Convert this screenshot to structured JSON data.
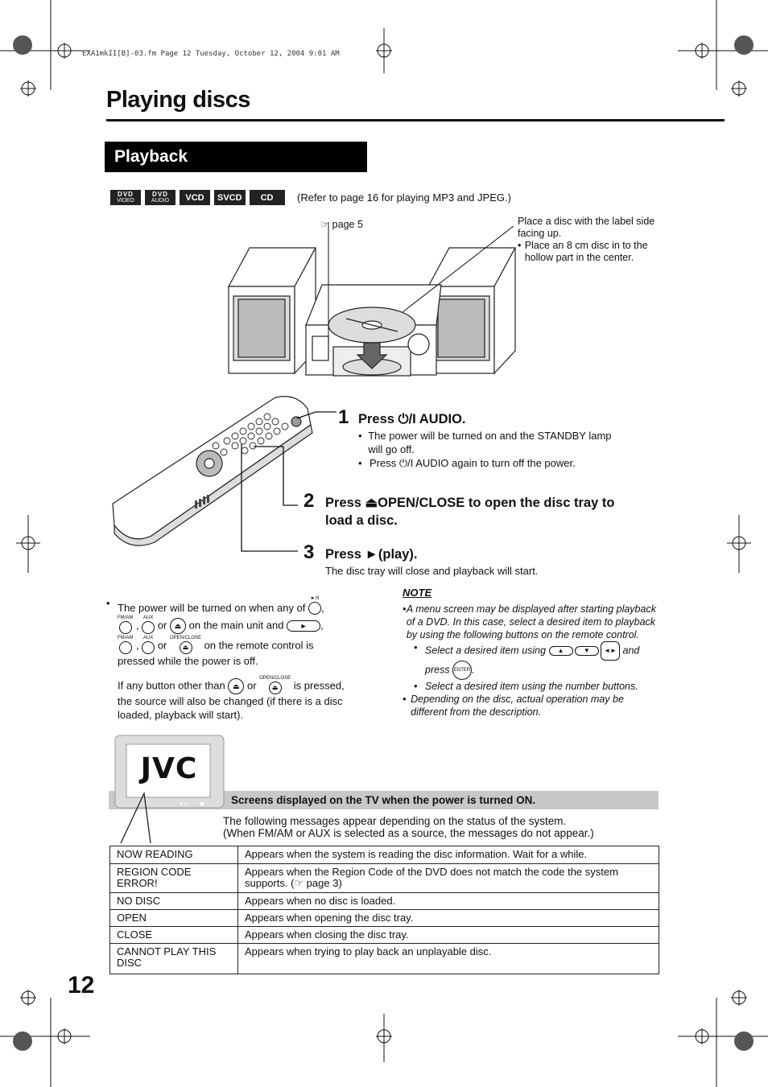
{
  "file_header": "EXA1mkII[B]-03.fm  Page 12  Tuesday, October 12, 2004  9:01 AM",
  "page_title": "Playing discs",
  "section_title": "Playback",
  "badges": [
    {
      "line1": "DVD",
      "line2": "VIDEO"
    },
    {
      "line1": "DVD",
      "line2": "AUDIO"
    },
    {
      "line1": "VCD"
    },
    {
      "line1": "SVCD"
    },
    {
      "line1": "CD"
    }
  ],
  "badges_note": "(Refer to page 16 for playing MP3 and JPEG.)",
  "callout_page_ref": "☞ page 5",
  "callout_disc_1": "Place a disc with the label side facing up.",
  "callout_disc_2": "Place an 8 cm disc in to the hollow part in the center.",
  "steps": [
    {
      "num": "1",
      "title": "Press ⏻/I AUDIO.",
      "bullets": [
        "The power will be turned on and the STANDBY lamp will go off.",
        "Press ⏻/I AUDIO again to turn off the power."
      ]
    },
    {
      "num": "2",
      "title": "Press ⏏OPEN/CLOSE to open the disc tray to load a disc."
    },
    {
      "num": "3",
      "title": "Press ►(play).",
      "body": "The disc tray will close and playback will start."
    }
  ],
  "left_notes": {
    "b1_a": "The power will be turned on when any of",
    "b1_b": "or",
    "b1_c": "on the main unit and",
    "b1_d": "or",
    "b1_e": "on the remote control is pressed while the power is off.",
    "lbl_play": "►/II",
    "lbl_fmam": "FM/AM",
    "lbl_aux": "AUX",
    "lbl_openclose": "OPEN/CLOSE",
    "p2_a": "If any button other than",
    "p2_b": "or",
    "p2_c": "is pressed, the source will also be changed (if there is a disc loaded, playback will start)."
  },
  "note": {
    "title": "NOTE",
    "b1": "A menu screen may be displayed after starting playback of a DVD. In this case, select a desired item to playback by using the following buttons on the remote control.",
    "b1_sub1_a": "Select a desired item using",
    "b1_sub1_b": "and",
    "b1_sub1_c": "press",
    "b1_sub2": "Select a desired item using the number buttons.",
    "b2": "Depending on the disc, actual operation may be different from the description.",
    "enter_label": "ENTER"
  },
  "tv_logo": "JVC",
  "screens_title": "Screens displayed on the TV when the power is turned ON.",
  "screens_intro_1": "The following messages appear depending on the status of the system.",
  "screens_intro_2": "(When FM/AM or AUX is selected as a source, the messages do not appear.)",
  "messages": [
    {
      "k": "NOW READING",
      "v": "Appears when the system is reading the disc information. Wait for a while."
    },
    {
      "k": "REGION CODE ERROR!",
      "v": "Appears when the Region Code of the DVD does not match the code the system supports. (☞ page 3)"
    },
    {
      "k": "NO DISC",
      "v": "Appears when no disc is loaded."
    },
    {
      "k": "OPEN",
      "v": "Appears when opening the disc tray."
    },
    {
      "k": "CLOSE",
      "v": "Appears when closing the disc tray."
    },
    {
      "k": "CANNOT PLAY THIS DISC",
      "v": "Appears when trying to play back an unplayable disc."
    }
  ],
  "page_number": "12"
}
